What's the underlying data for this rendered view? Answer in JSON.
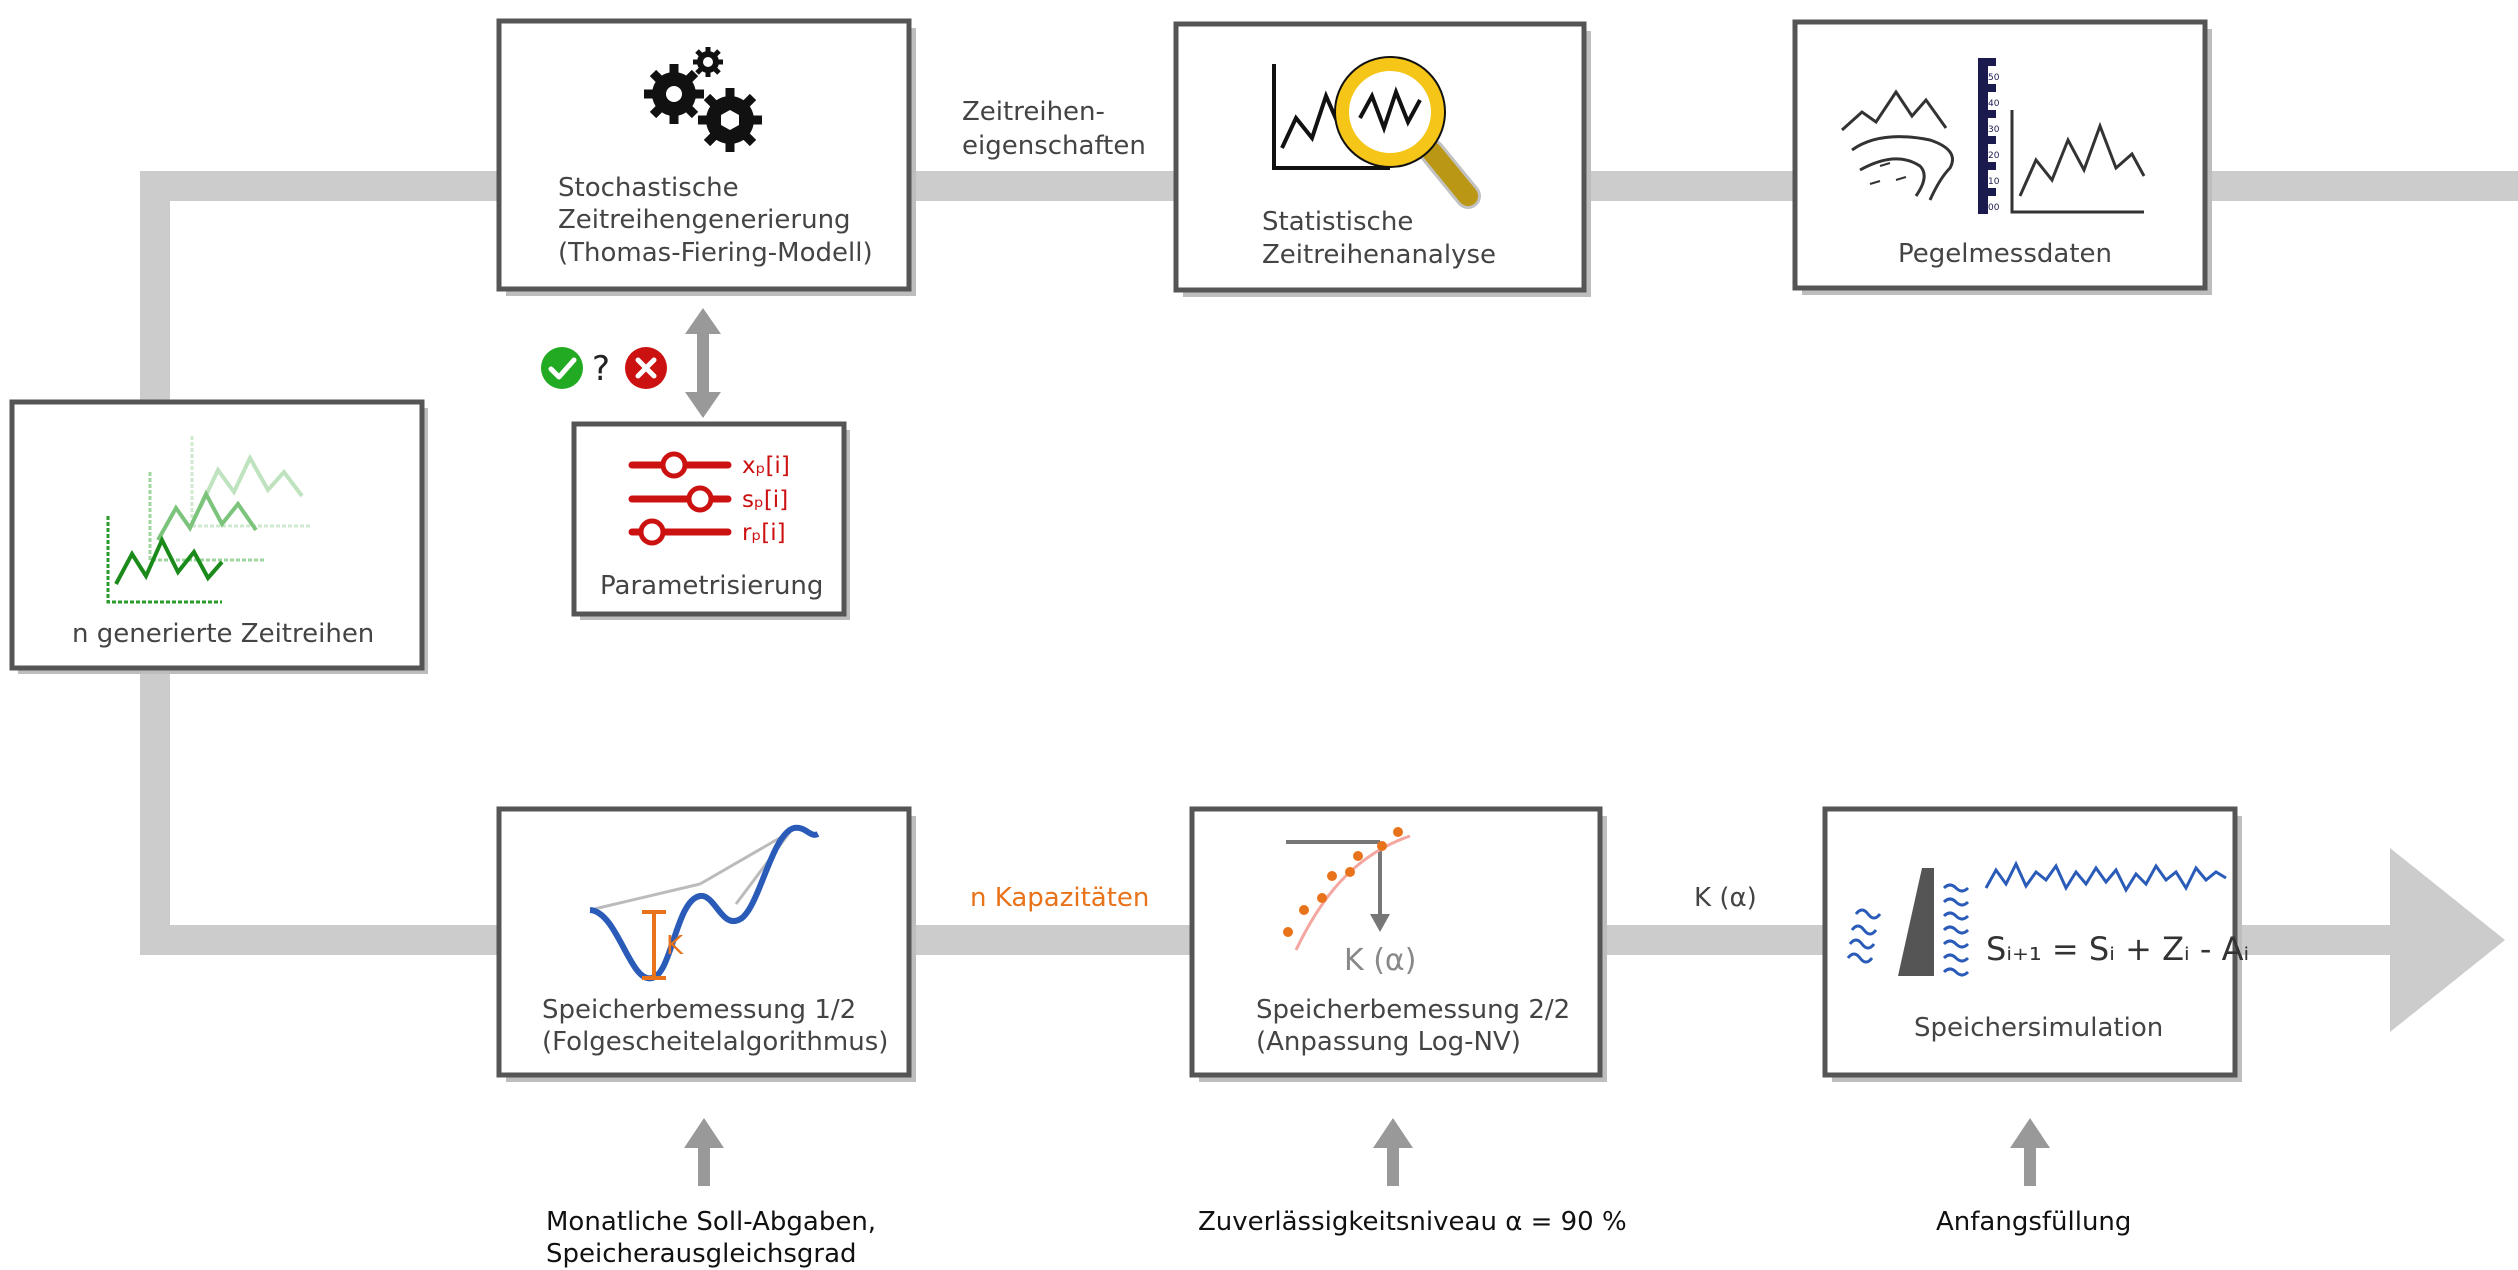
{
  "colors": {
    "flow": "#cccccc",
    "box_border": "#555555",
    "accent_orange": "#e8731a",
    "accent_red": "#cc1111",
    "accent_green": "#22aa22",
    "accent_blue": "#2a5bb8",
    "magnifier_yellow": "#f5c518"
  },
  "boxes": {
    "stochastic": {
      "lines": [
        "Stochastische",
        "Zeitreihengenerierung",
        "(Thomas-Fiering-Modell)"
      ],
      "icon": "gears-icon"
    },
    "analysis": {
      "lines": [
        "Statistische",
        "Zeitreihenanalyse"
      ],
      "icon": "magnifier-chart-icon"
    },
    "gauge": {
      "lines": [
        "Pegelmessdaten"
      ],
      "icon": "river-gauge-icon",
      "scale_ticks": [
        "50",
        "40",
        "30",
        "20",
        "10",
        "00"
      ]
    },
    "generated": {
      "lines": [
        "n generierte Zeitreihen"
      ],
      "icon": "stacked-series-icon"
    },
    "params": {
      "lines": [
        "Parametrisierung"
      ],
      "sliders": [
        "xₚ[i]",
        "sₚ[i]",
        "rₚ[i]"
      ]
    },
    "dimension1": {
      "lines": [
        "Speicherbemessung 1/2",
        "(Folgescheitelalgorithmus)"
      ],
      "icon_label": "K"
    },
    "dimension2": {
      "lines": [
        "Speicherbemessung 2/2",
        "(Anpassung Log-NV)"
      ],
      "icon_label": "K (α)"
    },
    "simulation": {
      "lines": [
        "Speichersimulation"
      ],
      "formula": "Sᵢ₊₁ = Sᵢ + Zᵢ - Aᵢ"
    }
  },
  "flow_labels": {
    "series_properties": [
      "Zeitreihen-",
      "eigenschaften"
    ],
    "capacities": "n Kapazitäten",
    "k_alpha": "K (α)",
    "check_question": "?"
  },
  "inputs": {
    "dimension1": [
      "Monatliche Soll-Abgaben,",
      "Speicherausgleichsgrad"
    ],
    "dimension2": "Zuverlässigkeitsniveau α = 90 %",
    "simulation": "Anfangsfüllung"
  }
}
